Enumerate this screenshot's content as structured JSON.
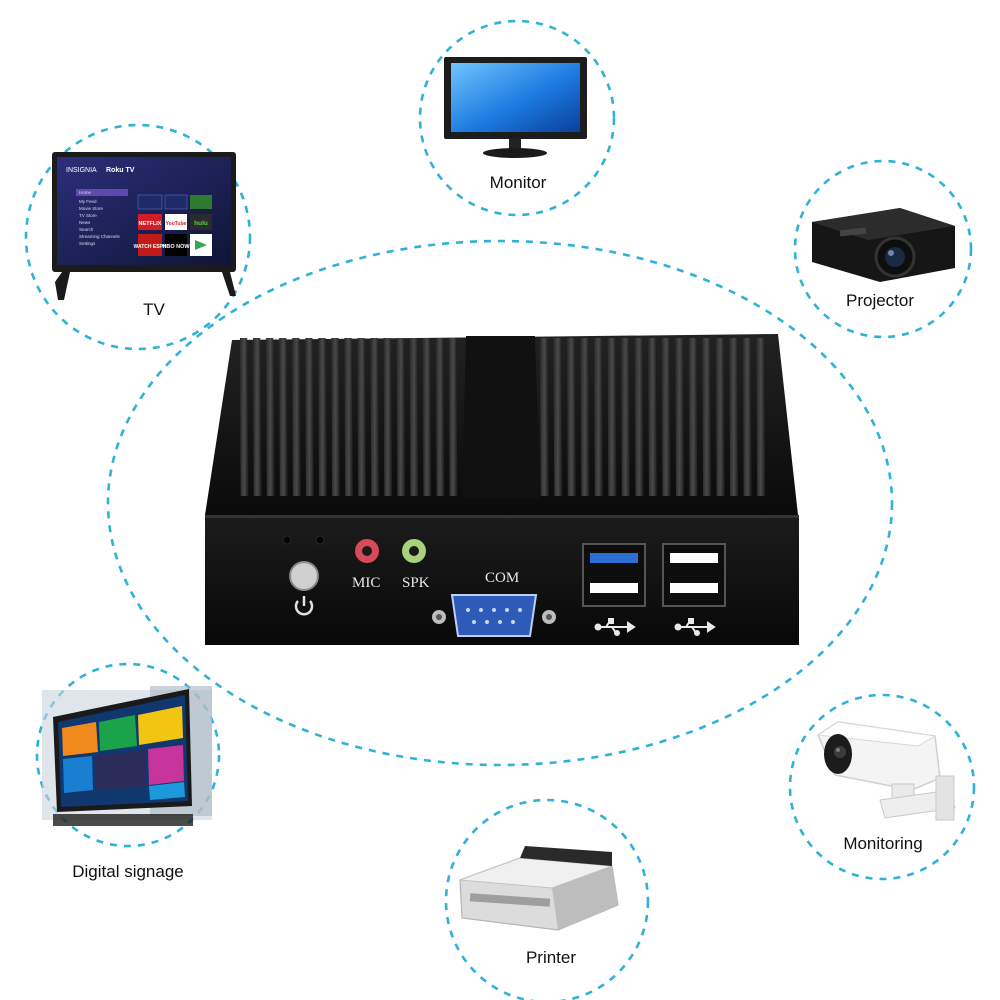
{
  "devices": [
    {
      "id": "tv",
      "label": "TV",
      "icon": "tv-icon"
    },
    {
      "id": "monitor",
      "label": "Monitor",
      "icon": "monitor-icon"
    },
    {
      "id": "projector",
      "label": "Projector",
      "icon": "projector-icon"
    },
    {
      "id": "digital_signage",
      "label": "Digital signage",
      "icon": "digital-signage-icon"
    },
    {
      "id": "monitoring",
      "label": "Monitoring",
      "icon": "security-camera-icon"
    },
    {
      "id": "printer",
      "label": "Printer",
      "icon": "printer-icon"
    }
  ],
  "mini_pc": {
    "ports": {
      "mic": "MIC",
      "spk": "SPK",
      "com": "COM"
    },
    "icons": [
      "power-button-icon",
      "usb-icon",
      "serial-port-icon",
      "audio-jack-icon"
    ]
  },
  "tv_screen": {
    "brand": "INSIGNIA",
    "platform": "Roku TV",
    "menu": [
      "Home",
      "My Feed",
      "Movie Store",
      "TV Store",
      "News",
      "Search",
      "Streaming Channels",
      "Settings"
    ],
    "tiles": [
      "NETFLIX",
      "YouTube",
      "hulu",
      "WATCH ESPN",
      "HBO NOW",
      ""
    ]
  },
  "colors": {
    "accent_dash": "#2fb2d6",
    "case": "#141414",
    "mic_jack": "#d84a5a",
    "spk_jack": "#a9d27a",
    "usb3_blue": "#2a6fd1",
    "com_blue": "#2e5bb8"
  }
}
